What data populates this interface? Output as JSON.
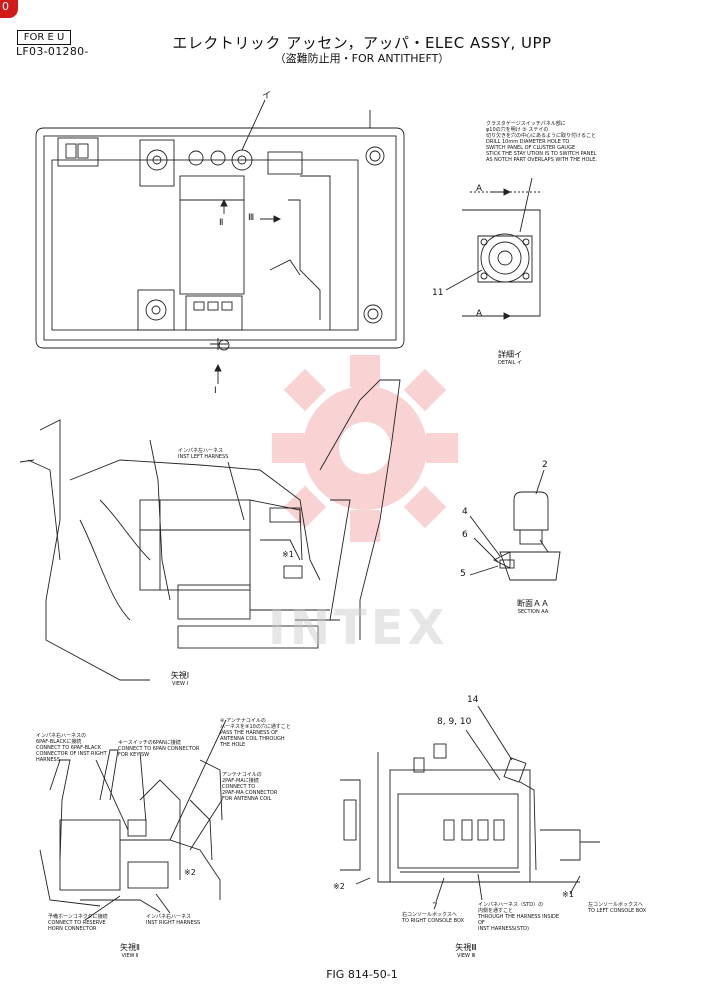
{
  "header": {
    "corner_badge": "0",
    "market_box": "FOR E U",
    "part_number": "LF03-01280-",
    "title": "エレクトリック アッセン，アッパ・ELEC ASSY, UPP",
    "subtitle": "（盗難防止用・FOR ANTITHEFT）"
  },
  "top_view": {
    "callout_i": "イ",
    "arrow_ii": "Ⅱ",
    "arrow_iii": "Ⅲ",
    "arrow_i": "Ⅰ"
  },
  "detail_i": {
    "note_ja1": "クラスタゲージスイッチパネル部に",
    "note_ja2": "φ10の穴を明け ⑤ ステイの",
    "note_ja3": "切り欠きを穴の中心にあるように取り付けること",
    "note_en1": "DRILL 10mm DIAMETER HOLE TO",
    "note_en2": "SWITCH PANEL OF CLUSTER GAUGE",
    "note_en3": "STICK THE STAY UTION IS TO SWITCH PANEL",
    "note_en4": "AS NOTCH PART OVERLAPS WITH THE HOLE.",
    "arrow_a_top": "A",
    "arrow_a_bottom": "A",
    "callout_11": "11",
    "label_ja": "詳細イ",
    "label_en": "DETAIL イ"
  },
  "view_i": {
    "harness_ja": "インパネ左ハーネス",
    "harness_en": "INST LEFT HARNESS",
    "ref_x1": "※1",
    "label_ja": "矢視Ⅰ",
    "label_en": "VIEW Ⅰ"
  },
  "section_aa": {
    "callout_2": "2",
    "callout_4": "4",
    "callout_6": "6",
    "callout_5": "5",
    "label_ja": "断面ＡＡ",
    "label_en": "SECTION AA"
  },
  "view_ii": {
    "note1_ja1": "インパネ右ハーネスの",
    "note1_ja2": "6PAF-BLACKに接続",
    "note1_en1": "CONNECT TO 6PAF-BLACK",
    "note1_en2": "CONNECTOR OF INST RIGHT",
    "note1_en3": "HARNESS",
    "note2_ja": "キースイッチの6PANに接続",
    "note2_en1": "CONNECT TO 6PAN CONNECTOR",
    "note2_en2": "FOR KEY SW",
    "note3_ja1": "④ アンテナコイルの",
    "note3_ja2": "ハーネスを⑧10の穴に通すこと",
    "note3_en1": "PASS THE HARNESS OF",
    "note3_en2": "ANTENNA COIL THROUGH",
    "note3_en3": "THE HOLE",
    "note4_ja1": "アンテナコイルの",
    "note4_ja2": "2PAF-MAに接続",
    "note4_en1": "CONNECT TO",
    "note4_en2": "2PAF-MA CONNECTOR",
    "note4_en3": "FOR ANTENNA COIL",
    "ref_x2": "※2",
    "note5_ja": "予備ホーンコネクタに接続",
    "note5_en1": "CONNECT TO RESERVE",
    "note5_en2": "HORN CONNECTOR",
    "note6_ja": "インパネ右ハーネス",
    "note6_en": "INST RIGHT HARNESS",
    "label_ja": "矢視Ⅱ",
    "label_en": "VIEW Ⅱ"
  },
  "view_iii": {
    "callout_14": "14",
    "callout_8910": "8, 9, 10",
    "callout_7": "7",
    "ref_x2": "※2",
    "ref_x1": "※1",
    "note_right_ja": "右コンソールボックスへ",
    "note_right_en": "TO RIGHT CONSOLE BOX",
    "note_harness_ja1": "インパネハーネス（STD）の",
    "note_harness_ja2": "内側を通すこと",
    "note_harness_en1": "THROUGH THE HARNESS INSIDE OF",
    "note_harness_en2": "INST HARNESS(STD)",
    "note_left_ja": "左コンソールボックスへ",
    "note_left_en": "TO LEFT CONSOLE BOX",
    "label_ja": "矢視Ⅲ",
    "label_en": "VIEW Ⅲ"
  },
  "footer": {
    "figure": "FIG 814-50-1"
  },
  "watermark": {
    "text": "INTEX",
    "color": "#e8393f"
  }
}
